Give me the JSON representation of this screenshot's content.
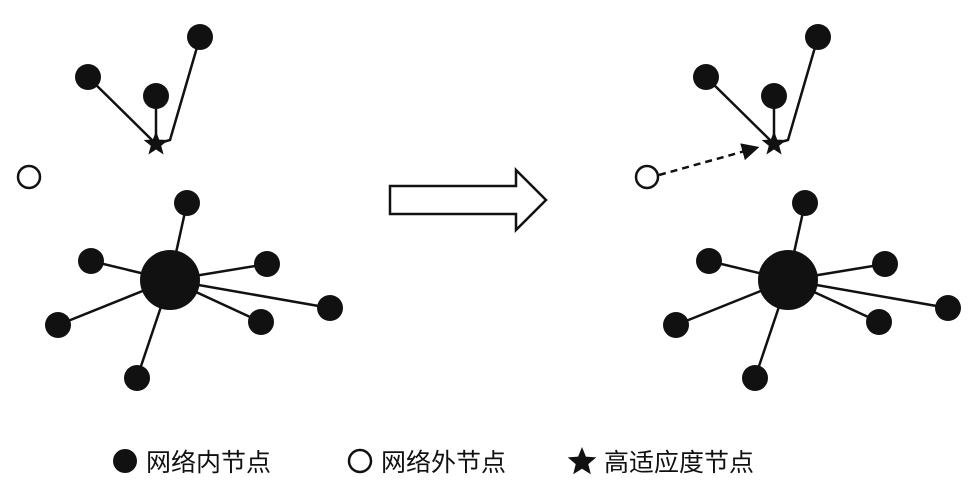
{
  "colors": {
    "ink": "#111111",
    "background": "#ffffff"
  },
  "legend": {
    "inner_node": {
      "label": "网络内节点",
      "icon": "filled-circle-icon"
    },
    "outer_node": {
      "label": "网络外节点",
      "icon": "hollow-circle-icon"
    },
    "high_fitness_node": {
      "label": "高适应度节点",
      "icon": "star-icon"
    }
  },
  "transition": {
    "icon": "right-arrow-icon"
  },
  "panels": {
    "before": {
      "dashed_link_to_star": false
    },
    "after": {
      "dashed_link_to_star": true
    }
  }
}
